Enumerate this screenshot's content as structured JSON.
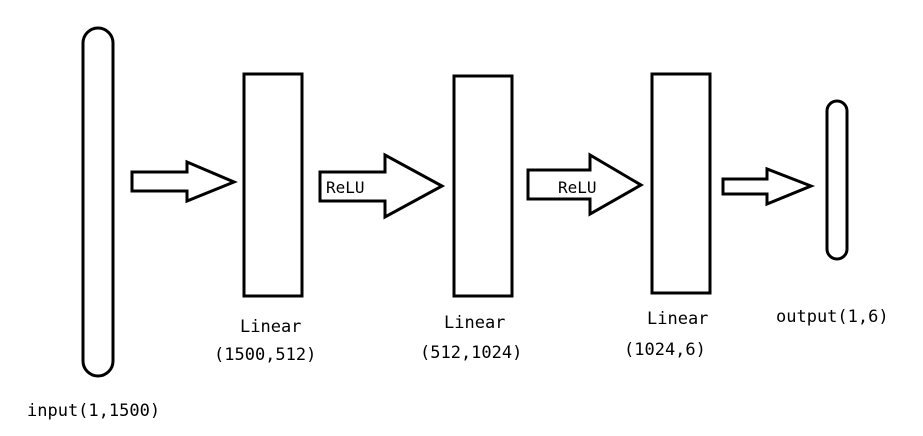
{
  "input": {
    "label": "input(1,1500)"
  },
  "layers": [
    {
      "name": "Linear",
      "shape": "(1500,512)"
    },
    {
      "name": "Linear",
      "shape": "(512,1024)"
    },
    {
      "name": "Linear",
      "shape": "(1024,6)"
    }
  ],
  "arrows": [
    {
      "label": ""
    },
    {
      "label": "ReLU"
    },
    {
      "label": "ReLU"
    },
    {
      "label": ""
    }
  ],
  "output": {
    "label": "output(1,6)"
  }
}
